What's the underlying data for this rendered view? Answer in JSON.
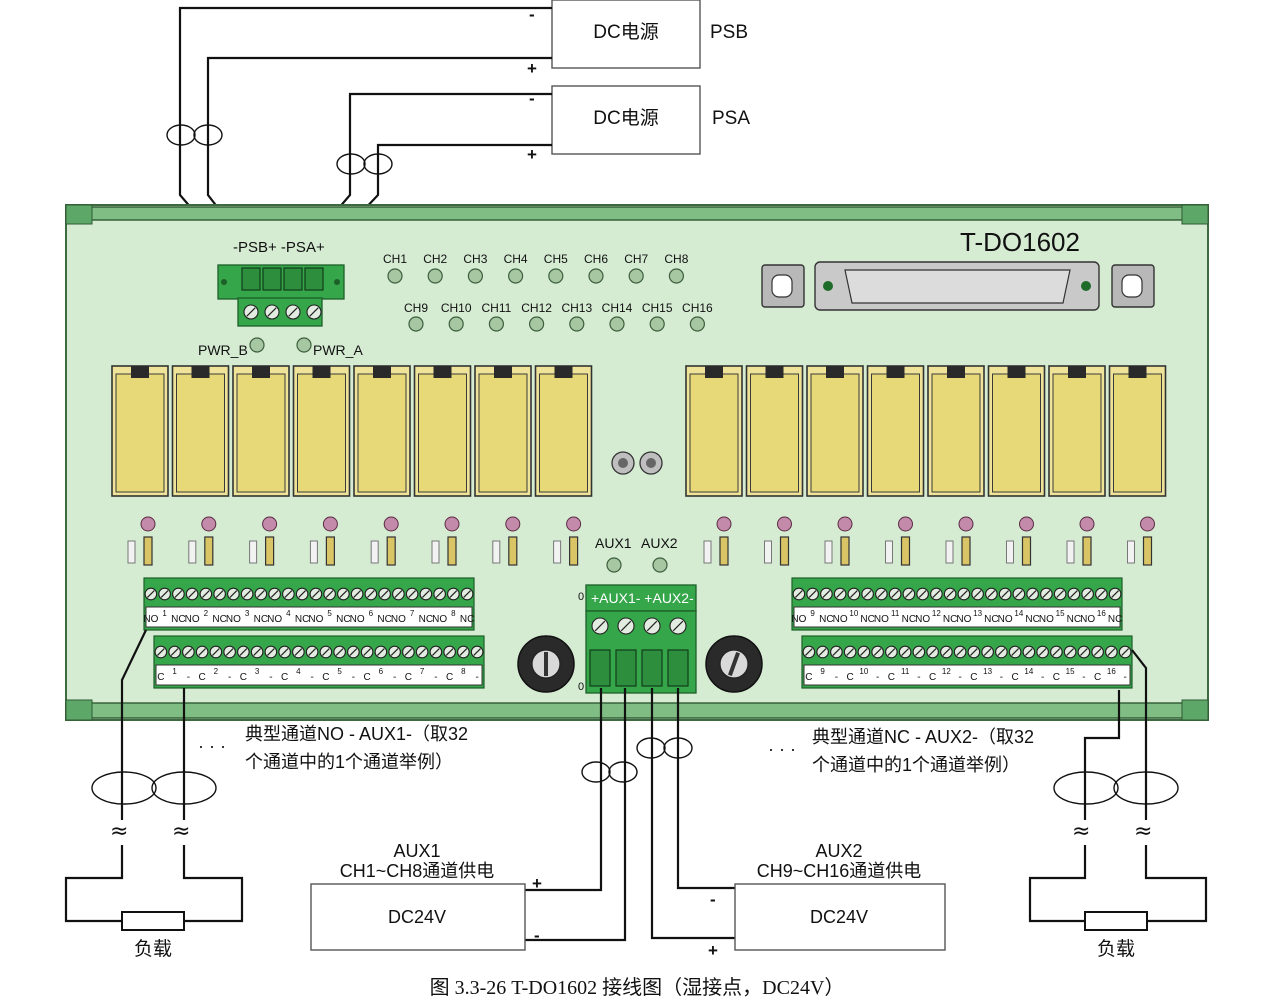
{
  "psb_box": {
    "label": "DC电源",
    "name": "PSB",
    "minus": "-",
    "plus": "+"
  },
  "psa_box": {
    "label": "DC电源",
    "name": "PSA",
    "minus": "-",
    "plus": "+"
  },
  "module": {
    "title": "T-DO1602",
    "power_terminal_label": "-PSB+ -PSA+",
    "pwr_b": "PWR_B",
    "pwr_a": "PWR_A",
    "led_row1": [
      "CH1",
      "CH2",
      "CH3",
      "CH4",
      "CH5",
      "CH6",
      "CH7",
      "CH8"
    ],
    "led_row2": [
      "CH9",
      "CH10",
      "CH11",
      "CH12",
      "CH13",
      "CH14",
      "CH15",
      "CH16"
    ],
    "aux_leds": [
      "AUX1",
      "AUX2"
    ],
    "aux_terminal_label": "+AUX1- +AUX2-",
    "left_top_terms": [
      "NO",
      "1",
      "NC",
      "NO",
      "2",
      "NC",
      "NO",
      "3",
      "NC",
      "NO",
      "4",
      "NC",
      "NO",
      "5",
      "NC",
      "NO",
      "6",
      "NC",
      "NO",
      "7",
      "NC",
      "NO",
      "8",
      "NC"
    ],
    "left_bottom_terms": [
      "C",
      "1",
      "-",
      "C",
      "2",
      "-",
      "C",
      "3",
      "-",
      "C",
      "4",
      "-",
      "C",
      "5",
      "-",
      "C",
      "6",
      "-",
      "C",
      "7",
      "-",
      "C",
      "8",
      "-"
    ],
    "right_top_terms": [
      "NO",
      "9",
      "NC",
      "NO",
      "10",
      "NC",
      "NO",
      "11",
      "NC",
      "NO",
      "12",
      "NC",
      "NO",
      "13",
      "NC",
      "NO",
      "14",
      "NC",
      "NO",
      "15",
      "NC",
      "NO",
      "16",
      "NC"
    ],
    "right_bottom_terms": [
      "C",
      "9",
      "-",
      "C",
      "10",
      "-",
      "C",
      "11",
      "-",
      "C",
      "12",
      "-",
      "C",
      "13",
      "-",
      "C",
      "14",
      "-",
      "C",
      "15",
      "-",
      "C",
      "16",
      "-"
    ]
  },
  "notes": {
    "left_dots": "· · ·",
    "left_line1": "典型通道NO - AUX1-（取32",
    "left_line2": "个通道中的1个通道举例）",
    "right_dots": "· · ·",
    "right_line1": "典型通道NC - AUX2-（取32",
    "right_line2": "个通道中的1个通道举例）"
  },
  "aux1_supply": {
    "title": "AUX1",
    "subtitle": "CH1~CH8通道供电",
    "label": "DC24V",
    "plus": "+",
    "minus": "-"
  },
  "aux2_supply": {
    "title": "AUX2",
    "subtitle": "CH9~CH16通道供电",
    "label": "DC24V",
    "plus": "+",
    "minus": "-"
  },
  "loads": {
    "left": "负载",
    "right": "负载"
  },
  "caption": "图 3.3-26 T-DO1602 接线图（湿接点，DC24V）",
  "colors": {
    "board": "#d5ecd3",
    "rail": "#7fbd85",
    "relay": "#efe39a",
    "terminal": "#35a64a"
  }
}
